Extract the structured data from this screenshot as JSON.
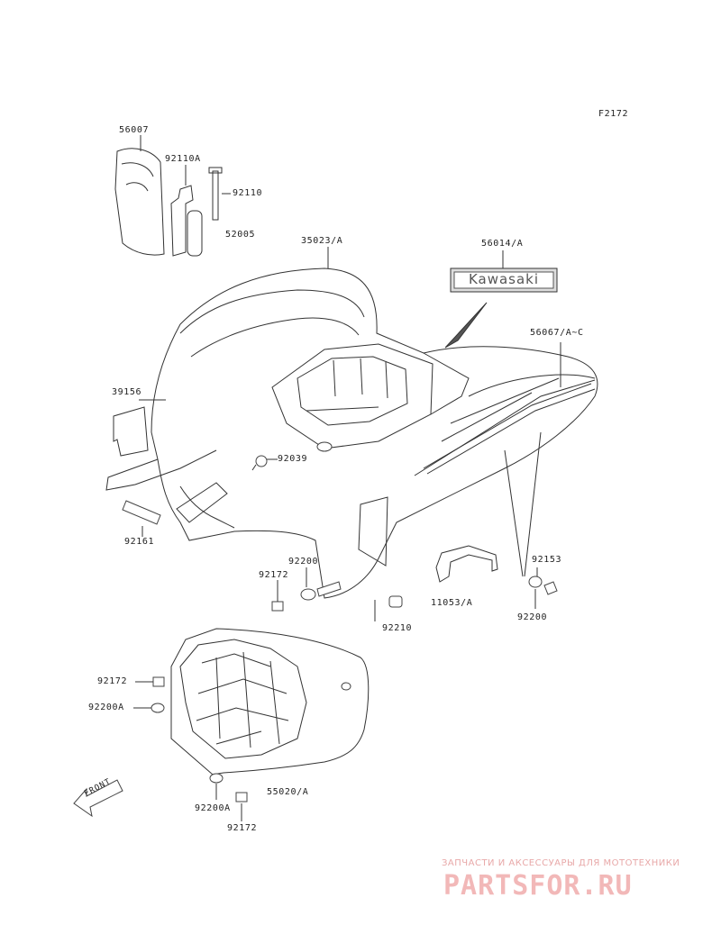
{
  "figure_code": "F2172",
  "parts": {
    "p56007": "56007",
    "p92110A": "92110A",
    "p92110": "92110",
    "p52005": "52005",
    "p35023A": "35023/A",
    "p56014A": "56014/A",
    "p56067AC": "56067/A~C",
    "p39156": "39156",
    "p92039": "92039",
    "p92161": "92161",
    "p92200_a": "92200",
    "p92172_a": "92172",
    "p92153": "92153",
    "p11053A": "11053/A",
    "p92200_b": "92200",
    "p92210": "92210",
    "p92172_b": "92172",
    "p92200A_a": "92200A",
    "p92200A_b": "92200A",
    "p55020A": "55020/A",
    "p92172_c": "92172"
  },
  "decal_text": "Kawasaki",
  "front_arrow_label": "FRONT",
  "watermark": {
    "tagline": "ЗАПЧАСТИ И АКСЕССУАРЫ ДЛЯ МОТОТЕХНИКИ",
    "brand": "PARTSFOR.RU"
  }
}
